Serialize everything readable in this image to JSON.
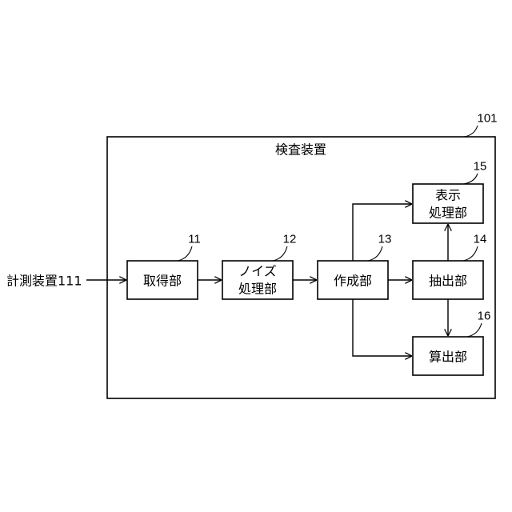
{
  "diagram": {
    "system": {
      "title": "検査装置",
      "ref": "101"
    },
    "input": {
      "label": "計測装置111"
    },
    "blocks": {
      "acquire": {
        "label": "取得部",
        "ref": "11"
      },
      "noise": {
        "line1": "ノイズ",
        "line2": "処理部",
        "ref": "12"
      },
      "create": {
        "label": "作成部",
        "ref": "13"
      },
      "extract": {
        "label": "抽出部",
        "ref": "14"
      },
      "display": {
        "line1": "表示",
        "line2": "処理部",
        "ref": "15"
      },
      "calc": {
        "label": "算出部",
        "ref": "16"
      }
    }
  }
}
